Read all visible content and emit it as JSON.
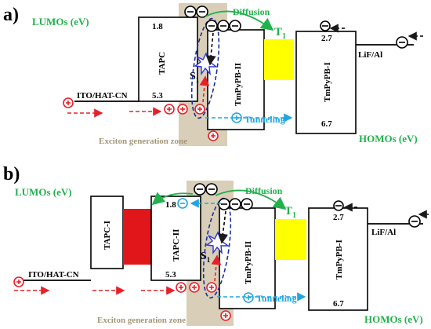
{
  "panel_a": {
    "label": "a)",
    "lumos_label": "LUMOs (eV)",
    "homos_label": "HOMOs (eV)",
    "diffusion_label": "Diffusion",
    "triplet_label": "T",
    "triplet_sub": "1",
    "singlet_label": "S",
    "singlet_sub": "1",
    "tunneling_label": "Tunneling",
    "exciton_zone_label": "Exciton generation zone",
    "anode_label": "ITO/HAT-CN",
    "cathode_label": "LiF/Al",
    "layers": [
      {
        "name": "TAPC",
        "lumo": "1.8",
        "homo": "5.3"
      },
      {
        "name": "TmPyPB-II",
        "lumo": "",
        "homo": ""
      },
      {
        "name": "TmPyPB-I",
        "lumo": "2.7",
        "homo": "6.7"
      }
    ]
  },
  "panel_b": {
    "label": "b)",
    "lumos_label": "LUMOs (eV)",
    "homos_label": "HOMOs (eV)",
    "diffusion_label": "Diffusion",
    "triplet_label": "T",
    "triplet_sub": "1",
    "singlet_label": "S",
    "singlet_sub": "1",
    "tunneling_label": "Tunneling",
    "exciton_zone_label": "Exciton generation zone",
    "anode_label": "ITO/HAT-CN",
    "cathode_label": "LiF/Al",
    "layers": [
      {
        "name": "TAPC-I",
        "lumo": "",
        "homo": ""
      },
      {
        "name": "TAPC-II",
        "lumo": "1.8",
        "homo": "5.3"
      },
      {
        "name": "TmPyPB-II",
        "lumo": "",
        "homo": ""
      },
      {
        "name": "TmPyPB-I",
        "lumo": "2.7",
        "homo": "6.7"
      }
    ]
  },
  "colors": {
    "hole": "#e8202a",
    "electron": "#1a1a1a",
    "tunneling": "#1fa6e0",
    "diffusion": "#22b14c",
    "exciton_zone": "#d9cfb8",
    "yellow_layer": "#ffff00",
    "red_layer": "#e0161b",
    "ellipse": "#1c2c9e",
    "zone_text": "#a5977a"
  }
}
